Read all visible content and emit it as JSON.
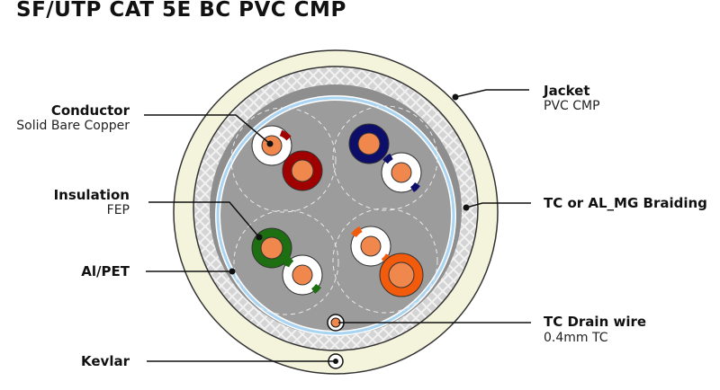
{
  "title": "SF/UTP CAT 5E BC PVC CMP",
  "colors": {
    "jacket": "#f4f4dc",
    "braid": "#d2d2d2",
    "foil": "#a9d4f2",
    "core": "#9c9c9c",
    "copper": "#f0884e",
    "pair1": "#a00000",
    "pair2": "#0d0d6a",
    "pair3": "#1e6e12",
    "pair4": "#f25a0c"
  },
  "labels": {
    "conductor": {
      "title": "Conductor",
      "sub": "Solid Bare Copper"
    },
    "insulation": {
      "title": "Insulation",
      "sub": "FEP"
    },
    "alpet": {
      "title": "Al/PET"
    },
    "kevlar": {
      "title": "Kevlar"
    },
    "jacket": {
      "title": "Jacket",
      "sub": "PVC CMP"
    },
    "braiding": {
      "title": "TC or AL_MG Braiding"
    },
    "drain": {
      "title": "TC Drain wire",
      "sub": "0.4mm TC"
    }
  }
}
